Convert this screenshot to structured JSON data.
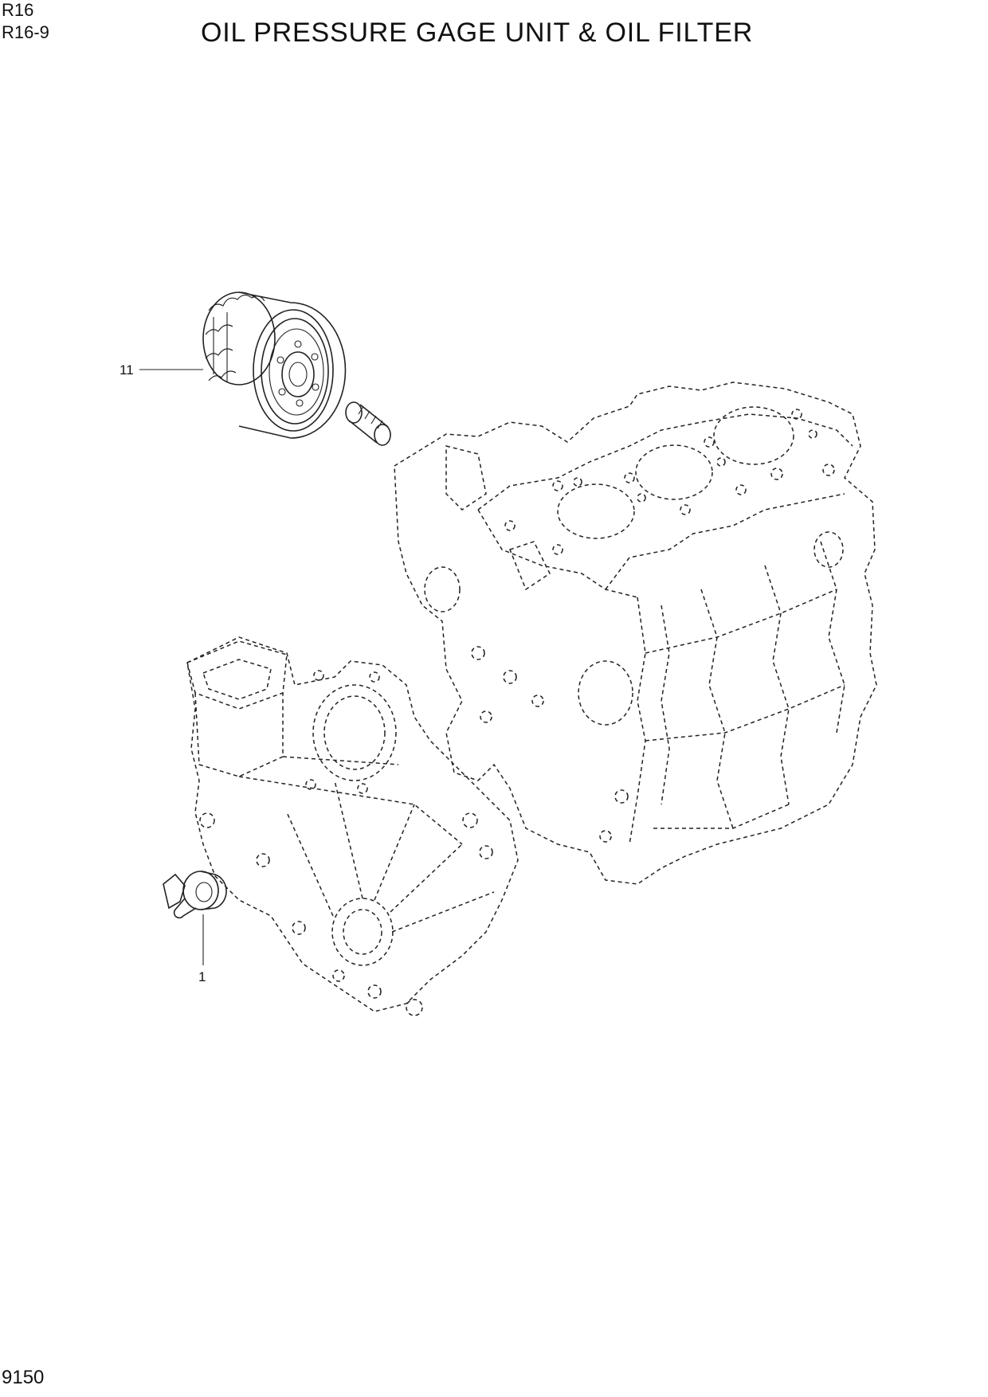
{
  "header": {
    "model": "R16",
    "section": "R16-9",
    "title": "OIL PRESSURE GAGE UNIT & OIL FILTER"
  },
  "callouts": [
    {
      "number": "11",
      "part": "oil-filter"
    },
    {
      "number": "1",
      "part": "oil-pressure-gage-unit"
    }
  ],
  "footer": {
    "page_number": "9150"
  }
}
